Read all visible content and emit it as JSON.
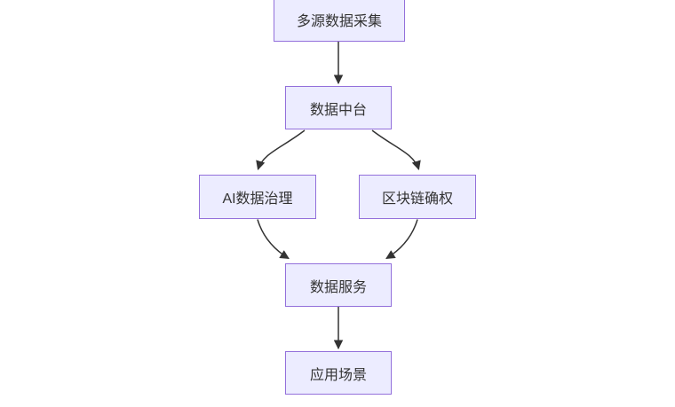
{
  "diagram": {
    "type": "flowchart",
    "direction": "top-down",
    "nodes": [
      {
        "id": "multi-source-data-collection",
        "label": "多源数据采集"
      },
      {
        "id": "data-middle-platform",
        "label": "数据中台"
      },
      {
        "id": "ai-data-governance",
        "label": "AI数据治理"
      },
      {
        "id": "blockchain-rights-confirmation",
        "label": "区块链确权"
      },
      {
        "id": "data-service",
        "label": "数据服务"
      },
      {
        "id": "application-scenario",
        "label": "应用场景"
      }
    ],
    "edges": [
      {
        "from": "多源数据采集",
        "to": "数据中台"
      },
      {
        "from": "数据中台",
        "to": "AI数据治理"
      },
      {
        "from": "数据中台",
        "to": "区块链确权"
      },
      {
        "from": "AI数据治理",
        "to": "数据服务"
      },
      {
        "from": "区块链确权",
        "to": "数据服务"
      },
      {
        "from": "数据服务",
        "to": "应用场景"
      }
    ],
    "colors": {
      "node_fill": "#ECECFF",
      "node_border": "#9370DB",
      "text": "#333333",
      "edge": "#333333",
      "background": "#FFFFFF"
    }
  }
}
